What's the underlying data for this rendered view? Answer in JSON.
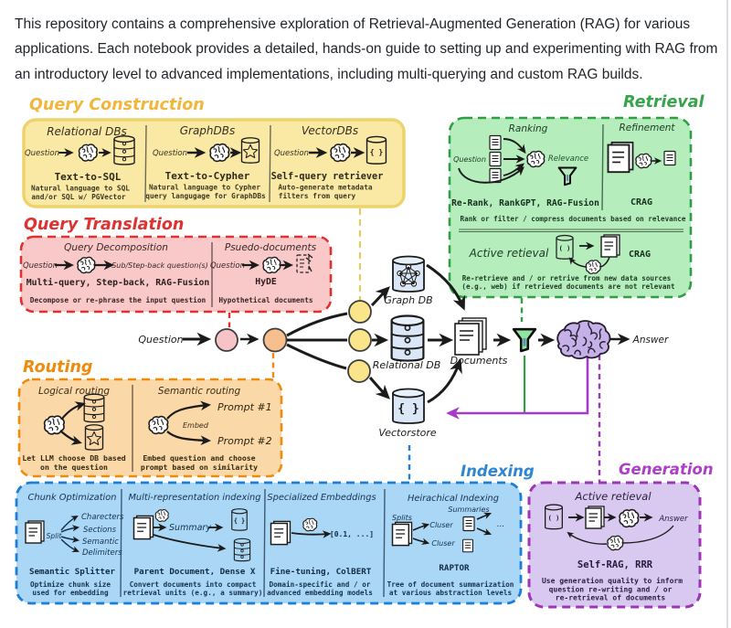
{
  "intro": {
    "lines": [
      "This repository contains a comprehensive exploration of Retrieval-Augmented Generation (RAG) for various",
      "applications. Each notebook provides a detailed, hands-on guide to setting up and experimenting with RAG from",
      "an introductory level to advanced implementations, including multi-querying and custom RAG builds."
    ]
  },
  "colors": {
    "yellow_title": "#f2b63c",
    "yellow_fill": "#fae9a4",
    "yellow_border": "#eed36d",
    "red": "#e03131",
    "pink_fill": "#f9c9c9",
    "orange": "#ef8b0c",
    "orange_fill": "#fad8a8",
    "green": "#37a34a",
    "green_fill": "#b5edbc",
    "green_dark": "#2f9e44",
    "blue": "#2e86d3",
    "blue_fill": "#a9d7f5",
    "blue_dark": "#1c7ed6",
    "purple": "#ae3ec9",
    "purple_fill": "#d9c9f1",
    "purple_dark": "#9c36b5",
    "ink": "#1b1b1b"
  },
  "query_construction": {
    "title": "Query Construction",
    "relational": {
      "header": "Relational DBs",
      "question": "Question",
      "method": "Text-to-SQL",
      "desc1": "Natural language to SQL",
      "desc2": "and/or SQL w/ PGVector"
    },
    "graph": {
      "header": "GraphDBs",
      "question": "Question",
      "method": "Text-to-Cypher",
      "desc1": "Natural language to Cypher",
      "desc2": "query langugage for GraphDBs"
    },
    "vector": {
      "header": "VectorDBs",
      "question": "Question",
      "method": "Self-query retriever",
      "desc1": "Auto-generate metadata",
      "desc2": "filters from query"
    }
  },
  "query_translation": {
    "title": "Query Translation",
    "decomposition": {
      "header": "Query Decomposition",
      "question": "Question",
      "output": "Sub/Step-back question(s)",
      "method": "Multi-query, Step-back, RAG-Fusion",
      "desc": "Decompose or re-phrase the input question"
    },
    "pseudo": {
      "header": "Psuedo-documents",
      "question": "Question",
      "method": "HyDE",
      "desc": "Hypothetical documents"
    }
  },
  "routing": {
    "title": "Routing",
    "logical": {
      "header": "Logical routing",
      "desc1": "Let LLM choose DB based",
      "desc2": "on the question"
    },
    "semantic": {
      "header": "Semantic routing",
      "prompt1": "Prompt #1",
      "embed": "Embed",
      "prompt2": "Prompt #2",
      "desc1": "Embed question and choose",
      "desc2": "prompt based on similarity"
    }
  },
  "retrieval": {
    "title": "Retrieval",
    "ranking": {
      "header": "Ranking",
      "question": "Question",
      "relevance": "Relevance",
      "method": "Re-Rank, RankGPT, RAG-Fusion"
    },
    "refinement": {
      "header": "Refinement",
      "method": "CRAG"
    },
    "mid_desc": "Rank or filter / compress documents based on relevance",
    "active": {
      "header": "Active retieval",
      "method": "CRAG",
      "desc1": "Re-retrieve and / or retrive from new data sources",
      "desc2": "(e.g., web) if retrieved documents are not relevant"
    }
  },
  "indexing": {
    "title": "Indexing",
    "chunk": {
      "header": "Chunk Optimization",
      "split": "Split",
      "b1": "Charecters",
      "b2": "Sections",
      "b3": "Semantic",
      "b4": "Delimiters",
      "method": "Semantic Splitter",
      "desc1": "Optimize chunk size",
      "desc2": "used for embedding"
    },
    "multi": {
      "header": "Multi-representation indexing",
      "summary": "Summary",
      "method": "Parent Document, Dense X",
      "desc1": "Convert documents into compact",
      "desc2": "retrieval units (e.g., a summary)"
    },
    "specialized": {
      "header": "Specialized Embeddings",
      "vector": "[0.1, ...]",
      "method": "Fine-tuning, ColBERT",
      "desc1": "Domain-specific and / or",
      "desc2": "advanced embedding models"
    },
    "hierarchical": {
      "header": "Heirachical Indexing",
      "summaries": "Summaries",
      "splits": "Splits",
      "cluster1": "Cluser",
      "cluster2": "Cluser",
      "dots": "...",
      "method": "RAPTOR",
      "desc1": "Tree of document summarization",
      "desc2": "at various abstraction levels"
    }
  },
  "generation": {
    "title": "Generation",
    "active": {
      "header": "Active retieval",
      "answer": "Answer",
      "method": "Self-RAG, RRR",
      "desc1": "Use generation quality to inform",
      "desc2": "question re-writing and / or",
      "desc3": "re-retrieval of documents"
    }
  },
  "flow": {
    "question": "Question",
    "graph_db": "Graph DB",
    "relational_db": "Relational DB",
    "vectorstore": "Vectorstore",
    "documents": "Documents",
    "answer": "Answer",
    "braces": "{ }",
    "braces_small": "( )",
    "braces_curly_small": "{ }"
  }
}
